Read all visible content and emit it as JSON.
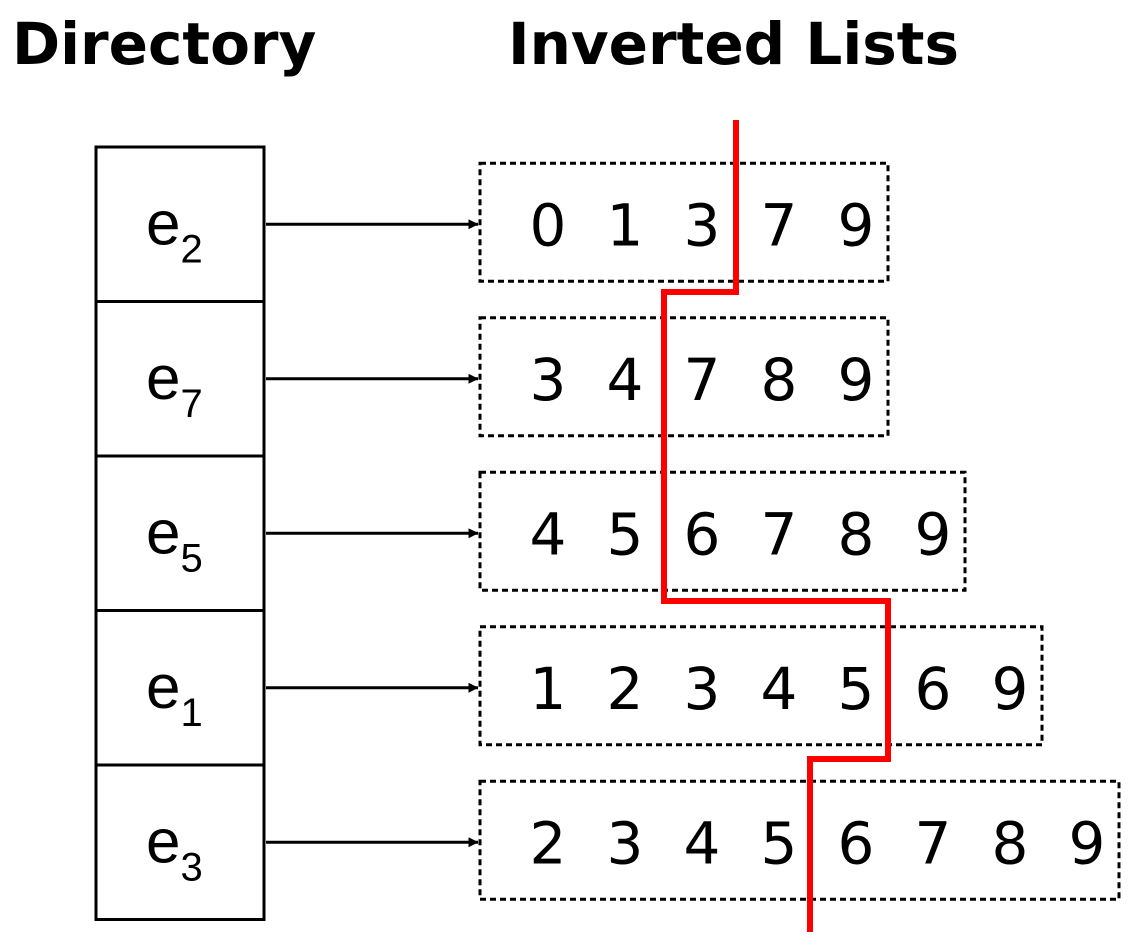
{
  "headings": {
    "directory": "Directory",
    "inverted_lists": "Inverted Lists"
  },
  "rows": [
    {
      "base": "e",
      "subscript": "2",
      "values": [
        "0",
        "1",
        "3",
        "7",
        "9"
      ]
    },
    {
      "base": "e",
      "subscript": "7",
      "values": [
        "3",
        "4",
        "7",
        "8",
        "9"
      ]
    },
    {
      "base": "e",
      "subscript": "5",
      "values": [
        "4",
        "5",
        "6",
        "7",
        "8",
        "9"
      ]
    },
    {
      "base": "e",
      "subscript": "1",
      "values": [
        "1",
        "2",
        "3",
        "4",
        "5",
        "6",
        "9"
      ]
    },
    {
      "base": "e",
      "subscript": "3",
      "values": [
        "2",
        "3",
        "4",
        "5",
        "6",
        "7",
        "8",
        "9"
      ]
    }
  ],
  "colors": {
    "ink": "#000000",
    "boundary_line": "#ff0000",
    "background": "#ffffff"
  }
}
